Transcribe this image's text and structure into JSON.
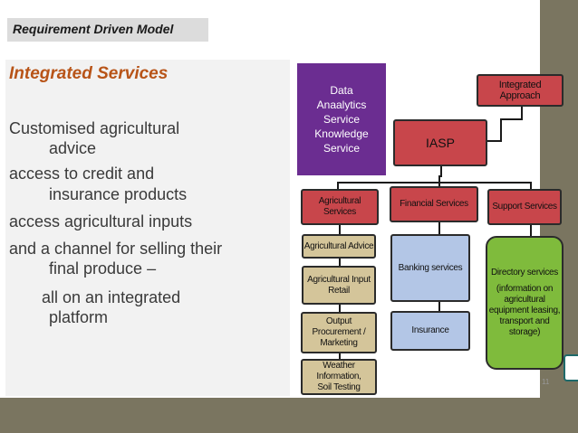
{
  "slide": {
    "title": "Requirement Driven Model",
    "heading": "Integrated Services",
    "bullets": [
      "Customised agricultural",
      "advice",
      "access to credit and",
      "insurance products",
      "access agricultural inputs",
      "and a channel for selling their",
      "final produce –",
      "all on an integrated",
      "platform"
    ]
  },
  "diagram": {
    "data_box": [
      "Data",
      "Anaalytics",
      "Service",
      "Knowledge",
      "Service"
    ],
    "integrated_approach": "Integrated Approach",
    "iasp": "IASP",
    "agricultural_services": "Agricultural Services",
    "financial_services": "Financial Services",
    "support_services": "Support Services",
    "agricultural_advice": "Agricultural Advice",
    "agricultural_input": [
      "Agricultural Input",
      "Retail"
    ],
    "output_procurement": [
      "Output Procurement /",
      "Marketing"
    ],
    "weather_info": [
      "Weather Information,",
      "Soil Testing"
    ],
    "banking_services": "Banking services",
    "insurance": "Insurance",
    "directory_services": [
      "Directory services",
      "(information on",
      "agricultural",
      "equipment leasing,",
      "transport and",
      "storage)"
    ],
    "page_mark": "11"
  },
  "colors": {
    "frame": "#7a7560",
    "heading": "#b85418",
    "data_box": "#6b2d91",
    "red_box": "#c8464b",
    "tan_box": "#d4c59a",
    "blue_box": "#b3c6e6",
    "green_box": "#7fbb3c"
  }
}
